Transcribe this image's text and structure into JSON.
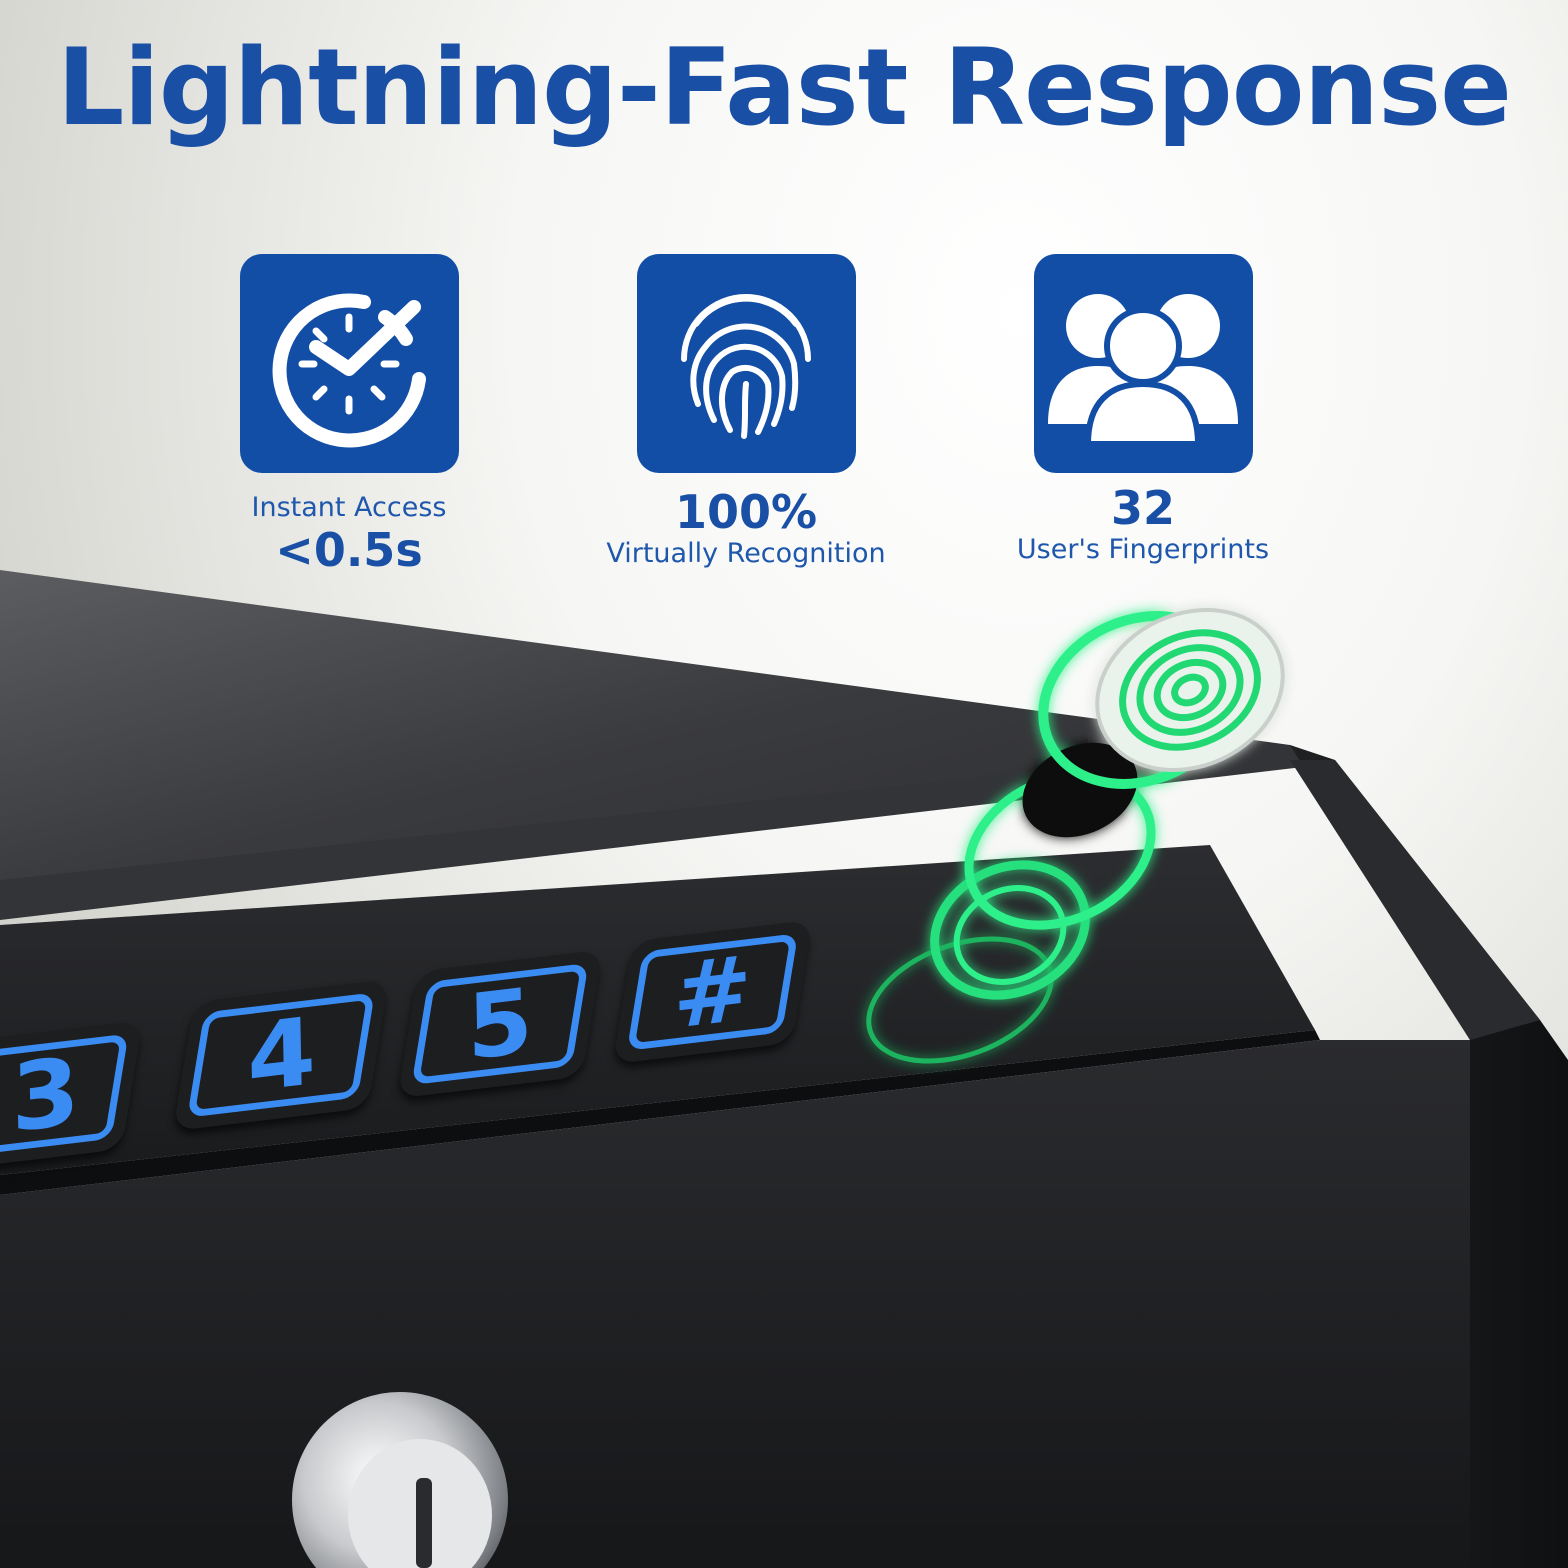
{
  "headline": "Lightning-Fast Response",
  "features": [
    {
      "icon": "clock-check-icon",
      "caption": "Instant Access",
      "value": "<0.5s"
    },
    {
      "icon": "fingerprint-icon",
      "value": "100%",
      "caption": "Virtually Recognition"
    },
    {
      "icon": "users-icon",
      "value": "32",
      "caption": "User's Fingerprints"
    }
  ],
  "keypad": {
    "keys": [
      "3",
      "4",
      "5",
      "#"
    ]
  },
  "colors": {
    "brand_blue": "#134ea6",
    "key_blue": "#3b8cf2",
    "scan_green": "#22e07a",
    "safe_black": "#1b1c1e"
  }
}
